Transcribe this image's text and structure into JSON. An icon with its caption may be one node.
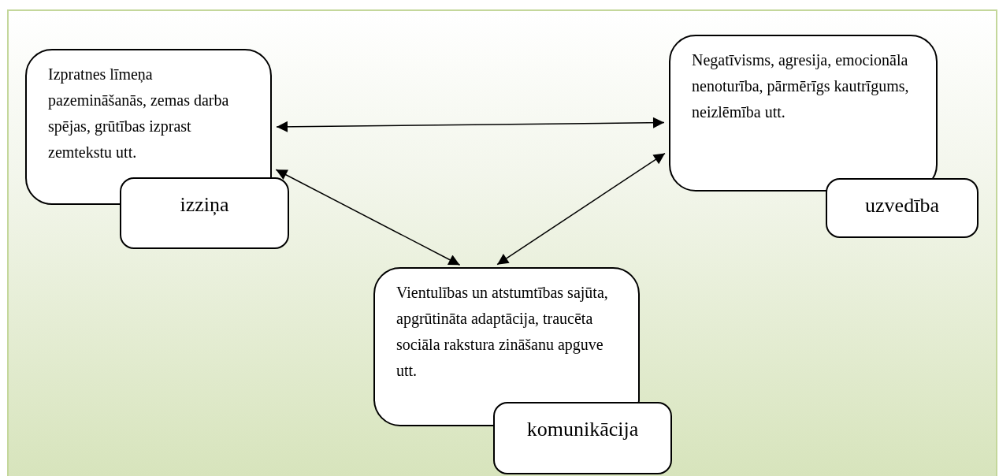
{
  "diagram": {
    "nodes": [
      {
        "text": [
          "Izpratnes līmeņa pazemināšanās, zemas darba spējas, grūtības izprast zemtekstu utt."
        ]
      },
      {
        "text": [
          "izziņa"
        ]
      },
      {
        "text": [
          "Negatīvisms, agresija, emocionāla nenoturība, pārmērīgs kautrīgums, neizlēmība utt."
        ]
      },
      {
        "text": [
          "uzvedība"
        ]
      },
      {
        "text": [
          "Vientulības un atstumtības sajūta, apgrūtināta adaptācija, traucēta sociāla rakstura zināšanu apguve utt."
        ]
      },
      {
        "text": [
          "komunikācija"
        ]
      }
    ],
    "edges": [
      {
        "from": 0,
        "to": 2,
        "arrow": "both"
      },
      {
        "from": 0,
        "to": 4,
        "arrow": "both"
      },
      {
        "from": 2,
        "to": 4,
        "arrow": "both"
      }
    ]
  }
}
